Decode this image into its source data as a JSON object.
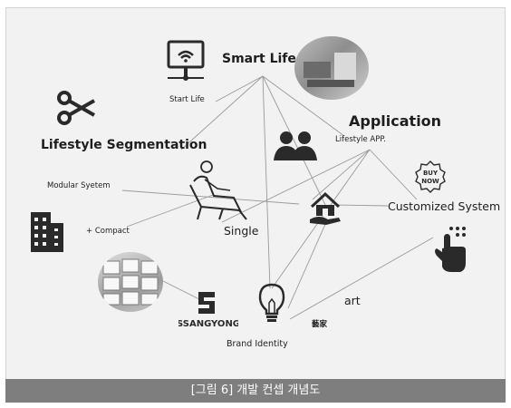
{
  "labels": {
    "smart_life": "Smart Life",
    "start_life": "Start Life",
    "application": "Application",
    "lifestyle_app": "Lifestyle APP.",
    "lifestyle_segmentation": "Lifestyle Segmentation",
    "modular_system": "Modular Syetem",
    "compact": "+ Compact",
    "single": "Single",
    "customized_system": "Customized System",
    "art": "art",
    "art_hanja": "藝家",
    "brand_identity": "Brand Identity",
    "ssangyong_logo": "SSANGYONG",
    "buy_now": "BUY NOW"
  },
  "caption": "[그림 6] 개발 컨셉 개념도",
  "colors": {
    "caption_bg": "#7e7e7e",
    "panel_bg": "#f2f2f2",
    "icon": "#2a2a2a"
  },
  "icons": [
    "wifi-monitor-icon",
    "scissors-icon",
    "people-icon",
    "building-icon",
    "lounge-chair-icon",
    "house-hand-icon",
    "buy-now-badge-icon",
    "touch-hand-icon",
    "lightbulb-icon",
    "ssangyong-logo"
  ]
}
